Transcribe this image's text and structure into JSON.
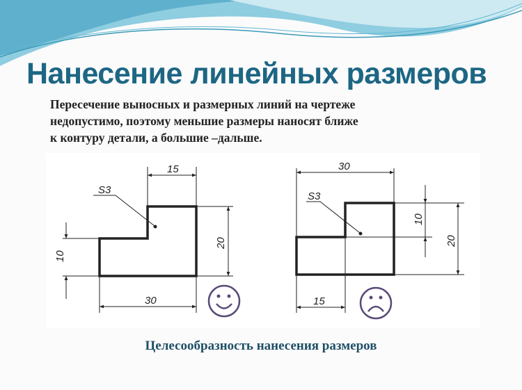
{
  "slide": {
    "title": "Нанесение линейных размеров",
    "body_lines": [
      "Пересечение выносных и размерных линий на чертеже",
      "недопустимо, поэтому меньшие размеры наносят ближе",
      "к контуру детали, а большие –дальше."
    ],
    "caption": "Целесообразность нанесения размеров"
  },
  "drawings": {
    "correct": {
      "surface_label": "S3",
      "dim_top": "15",
      "dim_right": "20",
      "dim_left": "10",
      "dim_bottom": "30",
      "verdict_icon": "smiley-face"
    },
    "incorrect": {
      "surface_label": "S3",
      "dim_top": "30",
      "dim_right_inner": "10",
      "dim_right_outer": "20",
      "dim_bottom": "15",
      "verdict_icon": "sad-face"
    }
  },
  "colors": {
    "title": "#1d6684",
    "wave": "#5fb7d2",
    "icon": "#5a4a78"
  }
}
